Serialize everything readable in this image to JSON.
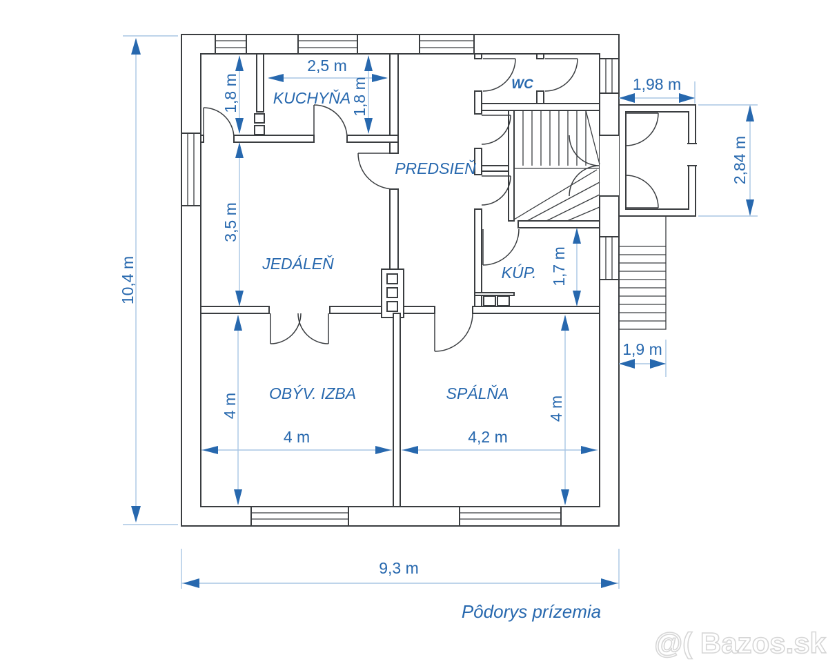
{
  "caption": "Pôdorys prízemia",
  "watermark": "@( Bazos.sk",
  "colors": {
    "wall": "#3a3d40",
    "dimension": "#2768ae",
    "dimension_line": "#a9c6e4",
    "watermark": "#d6d6d6",
    "background": "#ffffff"
  },
  "rooms": {
    "kitchen": "KUCHYŇA",
    "hallway": "PREDSIEŇ",
    "dining_room": "JEDÁLEŇ",
    "living_room": "OBÝV. IZBA",
    "bedroom": "SPÁLŇA",
    "bathroom": "KÚP.",
    "wc": "WC"
  },
  "dimensions": {
    "house_height": "10,4 m",
    "house_width": "9,3 m",
    "pantry_height": "1,8 m",
    "kitchen_width": "2,5 m",
    "kitchen_height": "1,8 m",
    "dining_height": "3,5 m",
    "living_width": "4 m",
    "living_height": "4 m",
    "bedroom_width": "4,2 m",
    "bedroom_height": "4 m",
    "bathroom_height": "1,7 m",
    "porch_width": "1,98 m",
    "porch_height": "2,84 m",
    "ext_stairs_width": "1,9 m"
  }
}
